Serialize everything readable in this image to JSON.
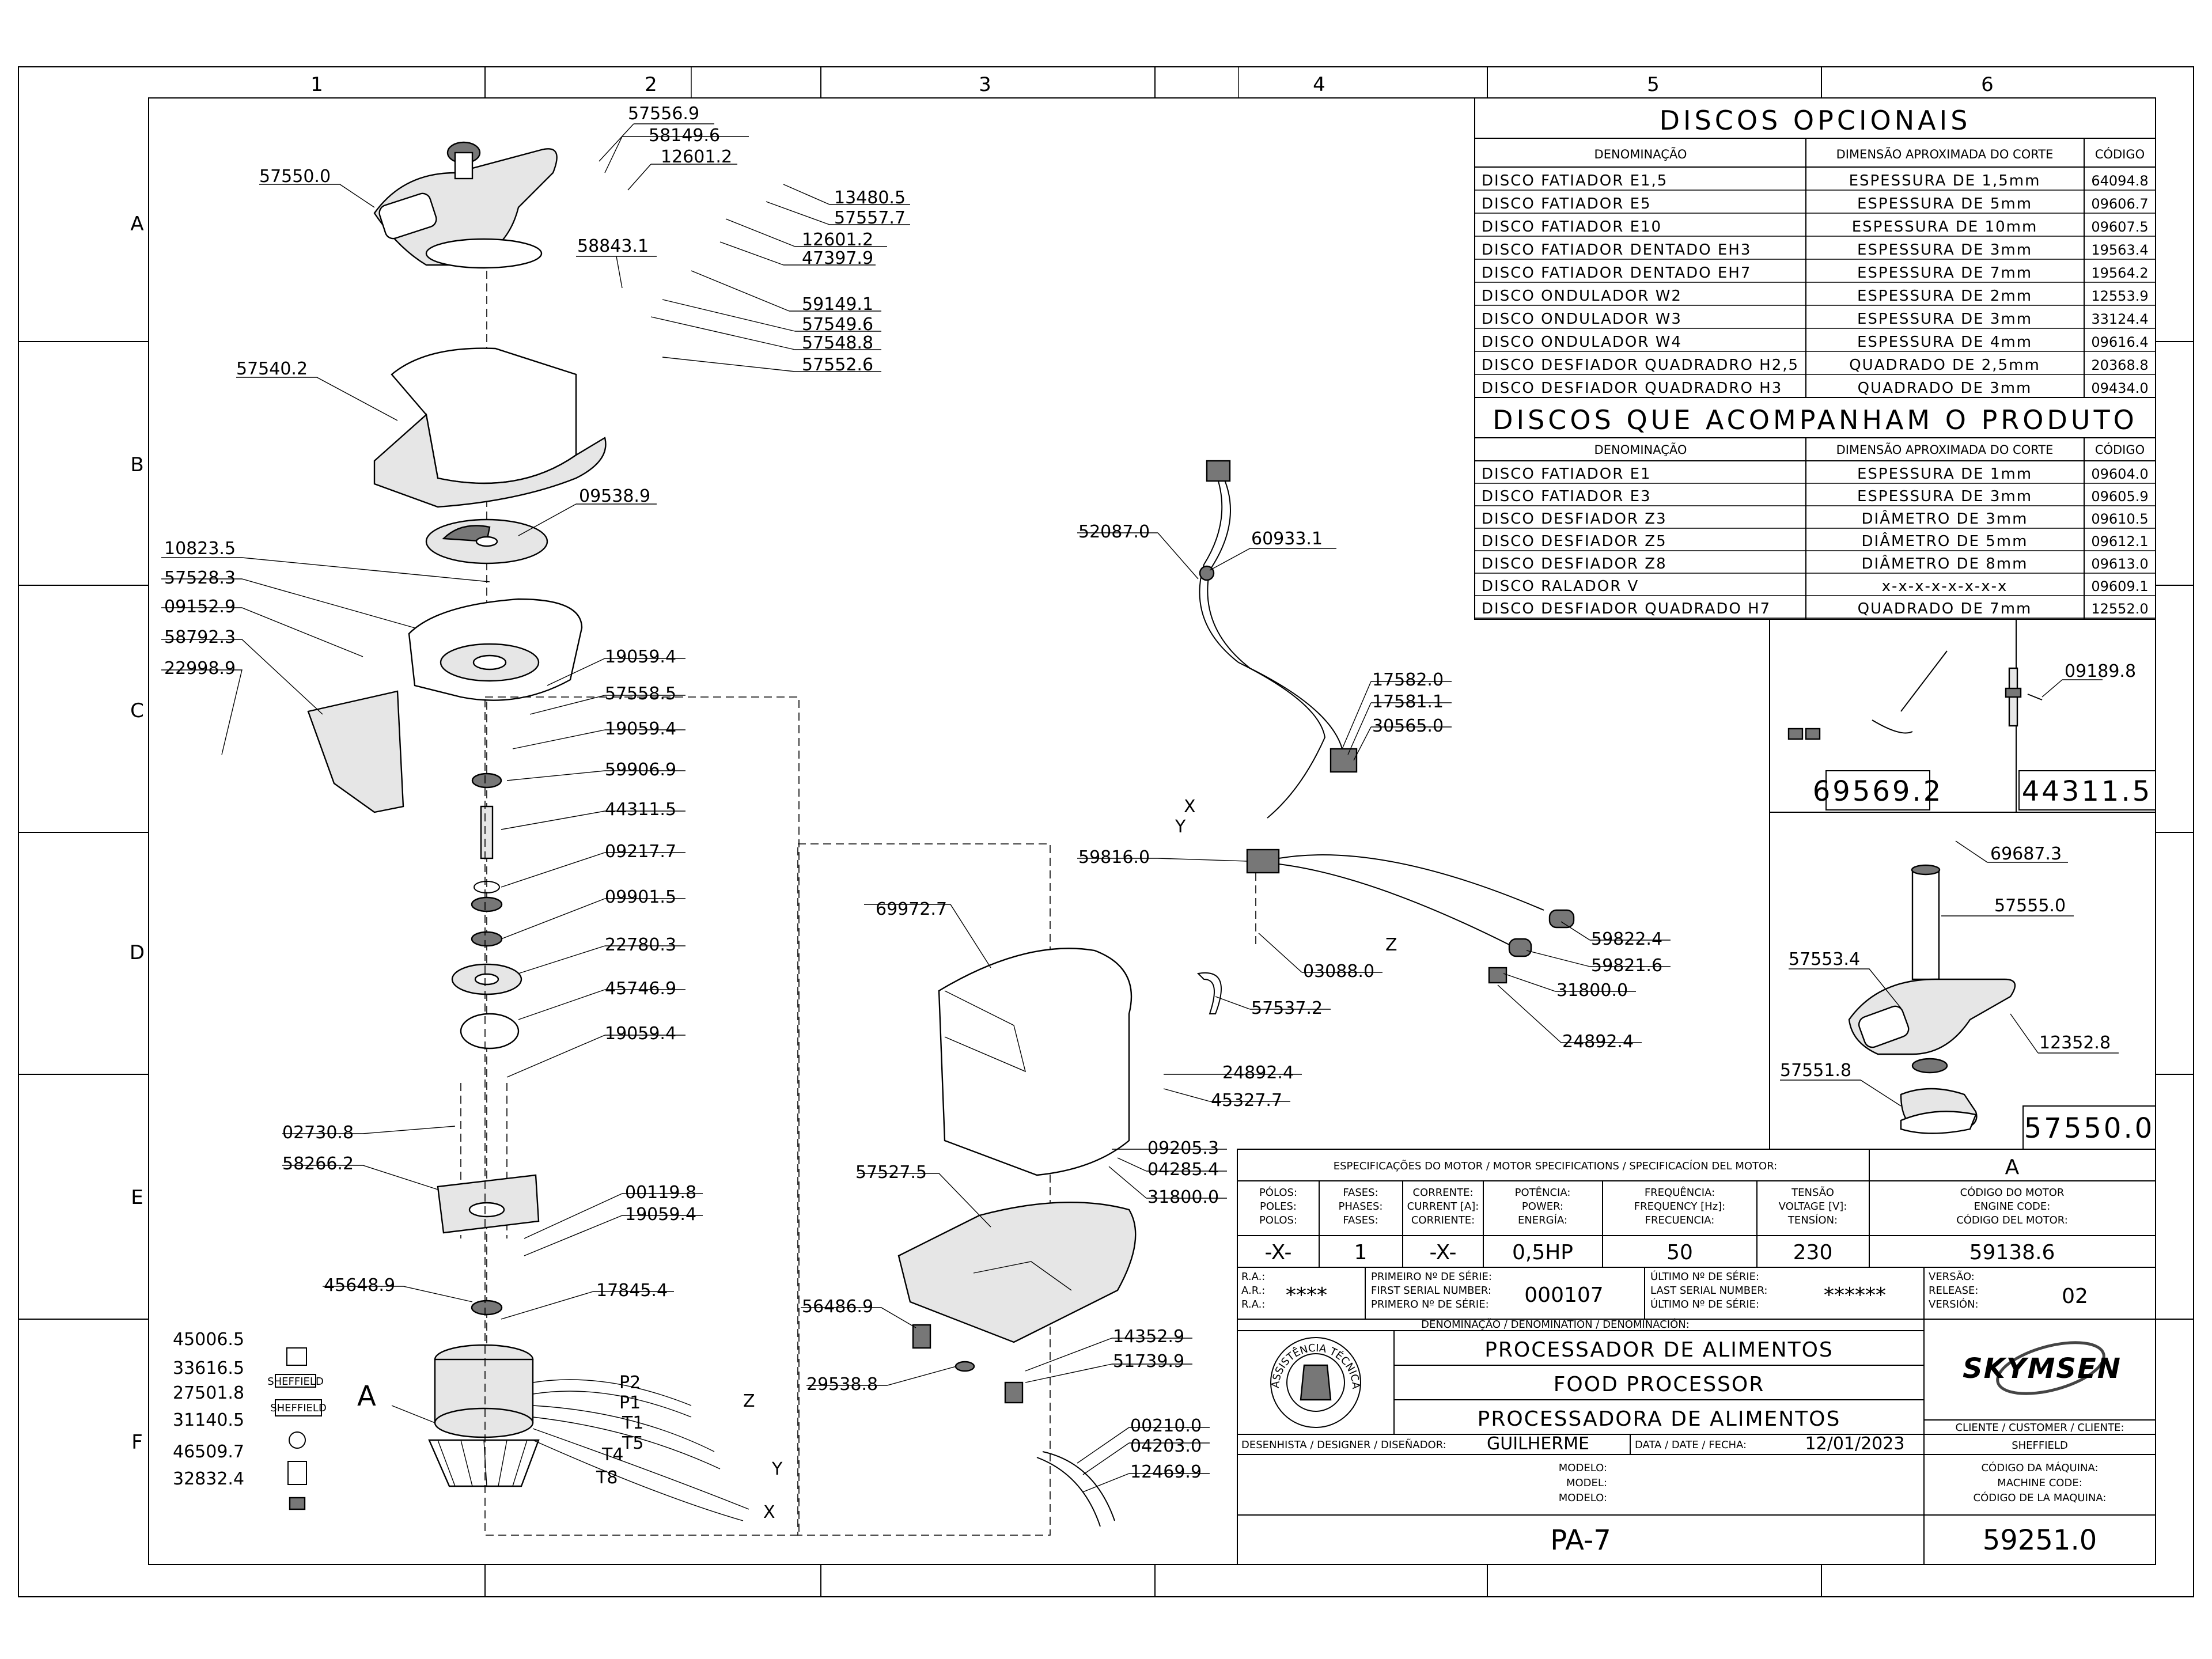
{
  "zones": {
    "columns": [
      "1",
      "2",
      "3",
      "4",
      "5",
      "6"
    ],
    "rows": [
      "A",
      "B",
      "C",
      "D",
      "E",
      "F"
    ]
  },
  "callouts": {
    "c57556_9": "57556.9",
    "c58149_6": "58149.6",
    "c12601_2a": "12601.2",
    "c57550_0": "57550.0",
    "c13480_5": "13480.5",
    "c57557_7": "57557.7",
    "c12601_2b": "12601.2",
    "c47397_9": "47397.9",
    "c58843_1": "58843.1",
    "c59149_1": "59149.1",
    "c57549_6": "57549.6",
    "c57548_8": "57548.8",
    "c57552_6": "57552.6",
    "c57540_2": "57540.2",
    "c09538_9": "09538.9",
    "c10823_5": "10823.5",
    "c57528_3": "57528.3",
    "c09152_9": "09152.9",
    "c58792_3": "58792.3",
    "c22998_9": "22998.9",
    "c19059_4a": "19059.4",
    "c57558_5": "57558.5",
    "c19059_4b": "19059.4",
    "c59906_9": "59906.9",
    "c44311_5": "44311.5",
    "c09217_7": "09217.7",
    "c09901_5": "09901.5",
    "c22780_3": "22780.3",
    "c45746_9": "45746.9",
    "c19059_4c": "19059.4",
    "c02730_8": "02730.8",
    "c58266_2": "58266.2",
    "c00119_8": "00119.8",
    "c19059_4d": "19059.4",
    "c45648_9": "45648.9",
    "c17845_4": "17845.4",
    "c45006_5": "45006.5",
    "c33616_5": "33616.5",
    "c27501_8": "27501.8",
    "c31140_5": "31140.5",
    "c46509_7": "46509.7",
    "c32832_4": "32832.4",
    "motorA": "A",
    "wP2": "P2",
    "wP1": "P1",
    "wT1": "T1",
    "wT5": "T5",
    "wT4": "T4",
    "wT8": "T8",
    "wZ1": "Z",
    "wY1": "Y",
    "wX1": "X",
    "c69972_7": "69972.7",
    "c57527_5": "57527.5",
    "c56486_9": "56486.9",
    "c29538_8": "29538.8",
    "c14352_9": "14352.9",
    "c51739_9": "51739.9",
    "c00210_0": "00210.0",
    "c04203_0": "04203.0",
    "c12469_9": "12469.9",
    "c52087_0": "52087.0",
    "c60933_1": "60933.1",
    "c17582_0": "17582.0",
    "c17581_1": "17581.1",
    "c30565_0": "30565.0",
    "wX2": "X",
    "wY2": "Y",
    "c59816_0": "59816.0",
    "wZ2": "Z",
    "c59822_4": "59822.4",
    "c59821_6": "59821.6",
    "c03088_0": "03088.0",
    "c31800_0a": "31800.0",
    "c24892_4a": "24892.4",
    "c57537_2": "57537.2",
    "c24892_4b": "24892.4",
    "c45327_7": "45327.7",
    "c09205_3": "09205.3",
    "c04285_4": "04285.4",
    "c31800_0b": "31800.0",
    "c09189_8": "09189.8",
    "c69687_3": "69687.3",
    "c57555_0": "57555.0",
    "c57553_4": "57553.4",
    "c12352_8": "12352.8",
    "c57551_8": "57551.8"
  },
  "icons": {
    "sheffield_label": "SHEFFIELD"
  },
  "optional_discs": {
    "title": "DISCOS OPCIONAIS",
    "headers": [
      "DENOMINAÇÃO",
      "DIMENSÃO APROXIMADA DO CORTE",
      "CÓDIGO"
    ],
    "rows": [
      [
        "DISCO FATIADOR E1,5",
        "ESPESSURA DE 1,5mm",
        "64094.8"
      ],
      [
        "DISCO FATIADOR E5",
        "ESPESSURA DE 5mm",
        "09606.7"
      ],
      [
        "DISCO FATIADOR E10",
        "ESPESSURA DE 10mm",
        "09607.5"
      ],
      [
        "DISCO FATIADOR DENTADO EH3",
        "ESPESSURA DE 3mm",
        "19563.4"
      ],
      [
        "DISCO FATIADOR DENTADO EH7",
        "ESPESSURA DE 7mm",
        "19564.2"
      ],
      [
        "DISCO ONDULADOR W2",
        "ESPESSURA DE 2mm",
        "12553.9"
      ],
      [
        "DISCO ONDULADOR W3",
        "ESPESSURA DE 3mm",
        "33124.4"
      ],
      [
        "DISCO ONDULADOR W4",
        "ESPESSURA DE 4mm",
        "09616.4"
      ],
      [
        "DISCO DESFIADOR QUADRADRO H2,5",
        "QUADRADO DE 2,5mm",
        "20368.8"
      ],
      [
        "DISCO DESFIADOR QUADRADRO H3",
        "QUADRADO DE 3mm",
        "09434.0"
      ]
    ]
  },
  "included_discs": {
    "title": "DISCOS QUE ACOMPANHAM O PRODUTO",
    "headers": [
      "DENOMINAÇÃO",
      "DIMENSÃO APROXIMADA DO CORTE",
      "CÓDIGO"
    ],
    "rows": [
      [
        "DISCO FATIADOR E1",
        "ESPESSURA DE 1mm",
        "09604.0"
      ],
      [
        "DISCO FATIADOR E3",
        "ESPESSURA DE 3mm",
        "09605.9"
      ],
      [
        "DISCO DESFIADOR Z3",
        "DIÂMETRO DE 3mm",
        "09610.5"
      ],
      [
        "DISCO DESFIADOR Z5",
        "DIÂMETRO DE 5mm",
        "09612.1"
      ],
      [
        "DISCO DESFIADOR Z8",
        "DIÂMETRO DE 8mm",
        "09613.0"
      ],
      [
        "DISCO RALADOR V",
        "x-x-x-x-x-x-x-x",
        "09609.1"
      ],
      [
        "DISCO DESFIADOR QUADRADO H7",
        "QUADRADO DE 7mm",
        "12552.0"
      ]
    ]
  },
  "kits": {
    "kit1": "69569.2",
    "kit2": "44311.5",
    "kit3": "57550.0"
  },
  "title_block": {
    "motor_spec_title": "ESPECIFICAÇÕES DO MOTOR / MOTOR SPECIFICATIONS / SPECIFICACÍON DEL MOTOR:",
    "rev_letter": "A",
    "poles_hdr": [
      "PÓLOS:",
      "POLES:",
      "POLOS:"
    ],
    "phases_hdr": [
      "FASES:",
      "PHASES:",
      "FASES:"
    ],
    "current_hdr": [
      "CORRENTE:",
      "CURRENT [A]:",
      "CORRIENTE:"
    ],
    "power_hdr": [
      "POTÊNCIA:",
      "POWER:",
      "ENERGÍA:"
    ],
    "freq_hdr": [
      "FREQUÊNCIA:",
      "FREQUENCY [Hz]:",
      "FRECUENCIA:"
    ],
    "volt_hdr": [
      "TENSÃO",
      "VOLTAGE [V]:",
      "TENSÍON:"
    ],
    "engine_hdr": [
      "CÓDIGO DO MOTOR",
      "ENGINE CODE:",
      "CÓDIGO DEL MOTOR:"
    ],
    "poles": "-X-",
    "phases": "1",
    "current": "-X-",
    "power": "0,5HP",
    "frequency": "50",
    "voltage": "230",
    "engine_code": "59138.6",
    "ra_labels": [
      "R.A.:",
      "A.R.:",
      "R.A.:"
    ],
    "ra_value": "****",
    "first_serial_labels": [
      "PRIMEIRO Nº DE SÉRIE:",
      "FIRST SERIAL NUMBER:",
      "PRIMERO Nº DE SÉRIE:"
    ],
    "first_serial": "000107",
    "last_serial_labels": [
      "ÚLTIMO Nº DE SÉRIE:",
      "LAST SERIAL NUMBER:",
      "ÚLTIMO Nº DE SÉRIE:"
    ],
    "last_serial": "******",
    "version_labels": [
      "VERSÃO:",
      "RELEASE:",
      "VERSIÓN:"
    ],
    "version": "02",
    "denomination_label": "DENOMINAÇÃO / DENOMINATION / DENOMINACIÓN:",
    "name_pt": "PROCESSADOR DE ALIMENTOS",
    "name_en": "FOOD PROCESSOR",
    "name_es": "PROCESSADORA DE ALIMENTOS",
    "brand": "SKYMSEN",
    "seal_text": "ASSISTÊNCIA TÉCNICA AUTORIZADA",
    "designer_label": "DESENHISTA / DESIGNER / DISEÑADOR:",
    "designer": "GUILHERME",
    "date_label": "DATA / DATE / FECHA:",
    "date": "12/01/2023",
    "client_label": "CLIENTE / CUSTOMER / CLIENTE:",
    "client": "SHEFFIELD",
    "model_labels": [
      "MODELO:",
      "MODEL:",
      "MODELO:"
    ],
    "model": "PA-7",
    "machine_code_labels": [
      "CÓDIGO DA MÁQUINA:",
      "MACHINE CODE:",
      "CÓDIGO DE LA MAQUINA:"
    ],
    "machine_code": "59251.0"
  }
}
